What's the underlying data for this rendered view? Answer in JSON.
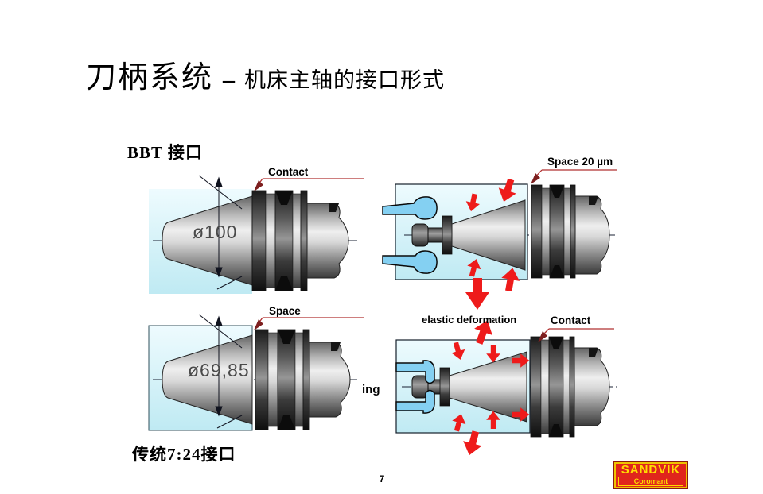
{
  "slide": {
    "title_main": "刀柄系统",
    "title_dash": "–",
    "title_sub": "机床主轴的接口形式",
    "section_label": "BBT 接口",
    "footer_label": "传统7:24接口",
    "page_number": "7"
  },
  "diagrams": {
    "top_left": {
      "callout": "Contact",
      "dimension": "ø100"
    },
    "bottom_left": {
      "callout": "Space",
      "dimension": "ø69,85"
    },
    "top_right": {
      "callout": "Space 20 µm"
    },
    "bottom_right": {
      "annotation": "elastic deformation",
      "callout": "Contact",
      "clipped_text": "ing"
    }
  },
  "logo": {
    "brand": "SANDVIK",
    "subbrand": "Coromant"
  },
  "colors": {
    "force_arrow_red": "#ee1b1b",
    "callout_line_red": "#b03030",
    "callout_head_red": "#7d1f1f",
    "spindle_blue_top": "#eefbfe",
    "spindle_blue_bottom": "#bfeaf3",
    "gripper_blue": "#84d0f2",
    "logo_red": "#e0251c",
    "logo_yellow": "#ffdf00"
  }
}
